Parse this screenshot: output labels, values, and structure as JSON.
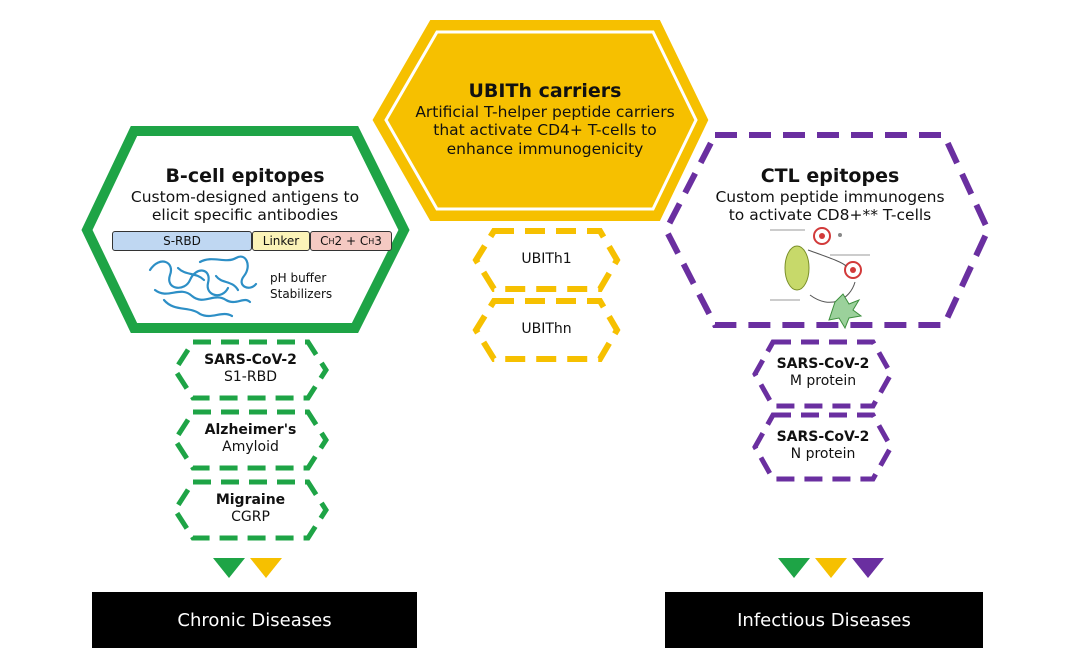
{
  "colors": {
    "green": "#1EA446",
    "yellow": "#F6C000",
    "purple": "#6A2FA0",
    "banner_bg": "#000000"
  },
  "b_cell": {
    "title": "B-cell epitopes",
    "subtitle_line1": "Custom-designed antigens to",
    "subtitle_line2": "elicit specific antibodies",
    "construct": {
      "s_rbd": "S-RBD",
      "linker": "Linker",
      "ch_part1": "C",
      "ch_sub1": "H",
      "ch_part2": "2 + C",
      "ch_sub2": "H",
      "ch_part3": "3"
    },
    "buffer_line1": "pH buffer",
    "buffer_line2": "Stabilizers"
  },
  "ubith": {
    "title": "UBITh carriers",
    "subtitle_line1": "Artificial T-helper peptide carriers",
    "subtitle_line2": "that activate CD4+ T-cells to",
    "subtitle_line3": "enhance immunogenicity",
    "items": [
      "UBITh1",
      "UBITh"
    ]
  },
  "ctl": {
    "title": "CTL epitopes",
    "subtitle_line1": "Custom peptide immunogens",
    "subtitle_line2": "to activate CD8+** T-cells"
  },
  "chronic_targets": [
    {
      "title": "SARS-CoV-2",
      "sub": "S1-RBD"
    },
    {
      "title": "Alzheimer's",
      "sub": "Amyloid"
    },
    {
      "title": "Migraine",
      "sub": "CGRP"
    }
  ],
  "infectious_targets": [
    {
      "title": "SARS-CoV-2",
      "sub": "M protein"
    },
    {
      "title": "SARS-CoV-2",
      "sub": "N protein"
    }
  ],
  "banners": {
    "chronic": "Chronic Diseases",
    "infectious": "Infectious Diseases"
  }
}
